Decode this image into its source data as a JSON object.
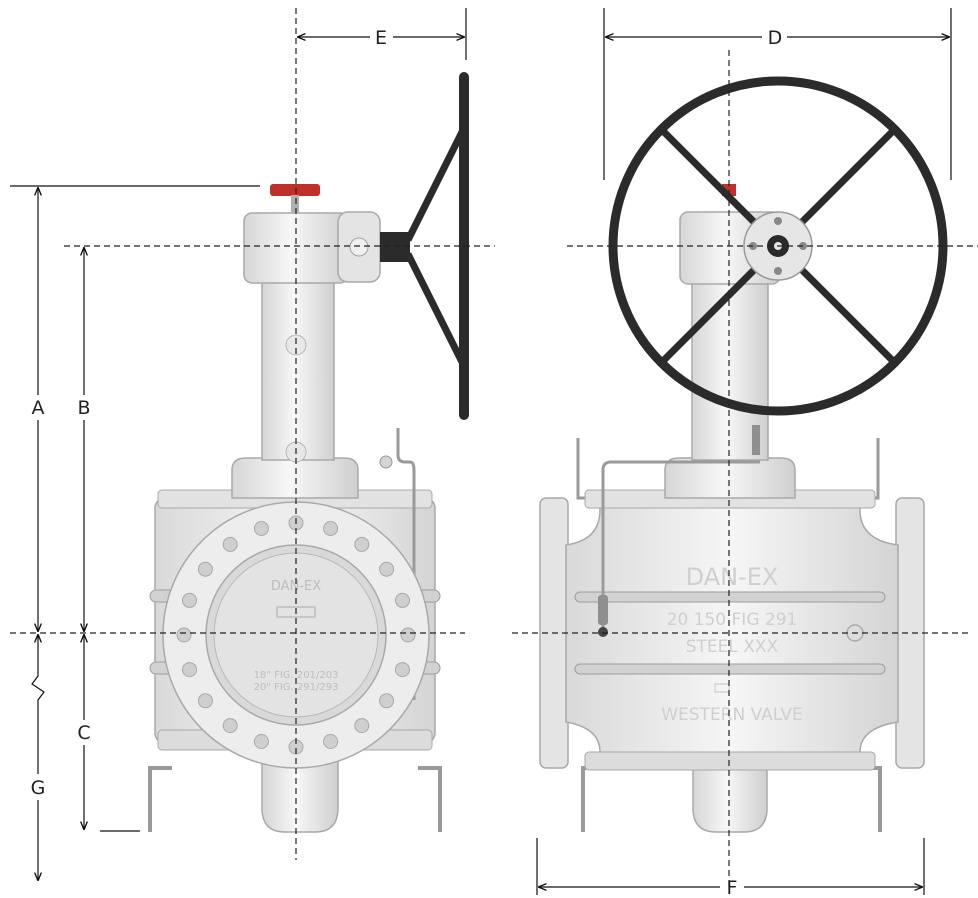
{
  "dimensions": {
    "A": "A",
    "B": "B",
    "C": "C",
    "D": "D",
    "E": "E",
    "F": "F",
    "G": "G"
  },
  "flange_markings": {
    "brand": "DAN-EX",
    "line1": "18\" FIG. 201/203",
    "line2": "20\" FIG. 291/293"
  },
  "body_markings": {
    "brand": "DAN-EX",
    "line1": "20 150 FIG 291",
    "line2": "STEEL XXX",
    "maker": "WESTERN VALVE"
  },
  "colors": {
    "handle": "#c0302b",
    "handwheel": "#2b2b2b",
    "body": "#ececec",
    "outline": "#a9a9a9",
    "dimension_line": "#111111"
  }
}
